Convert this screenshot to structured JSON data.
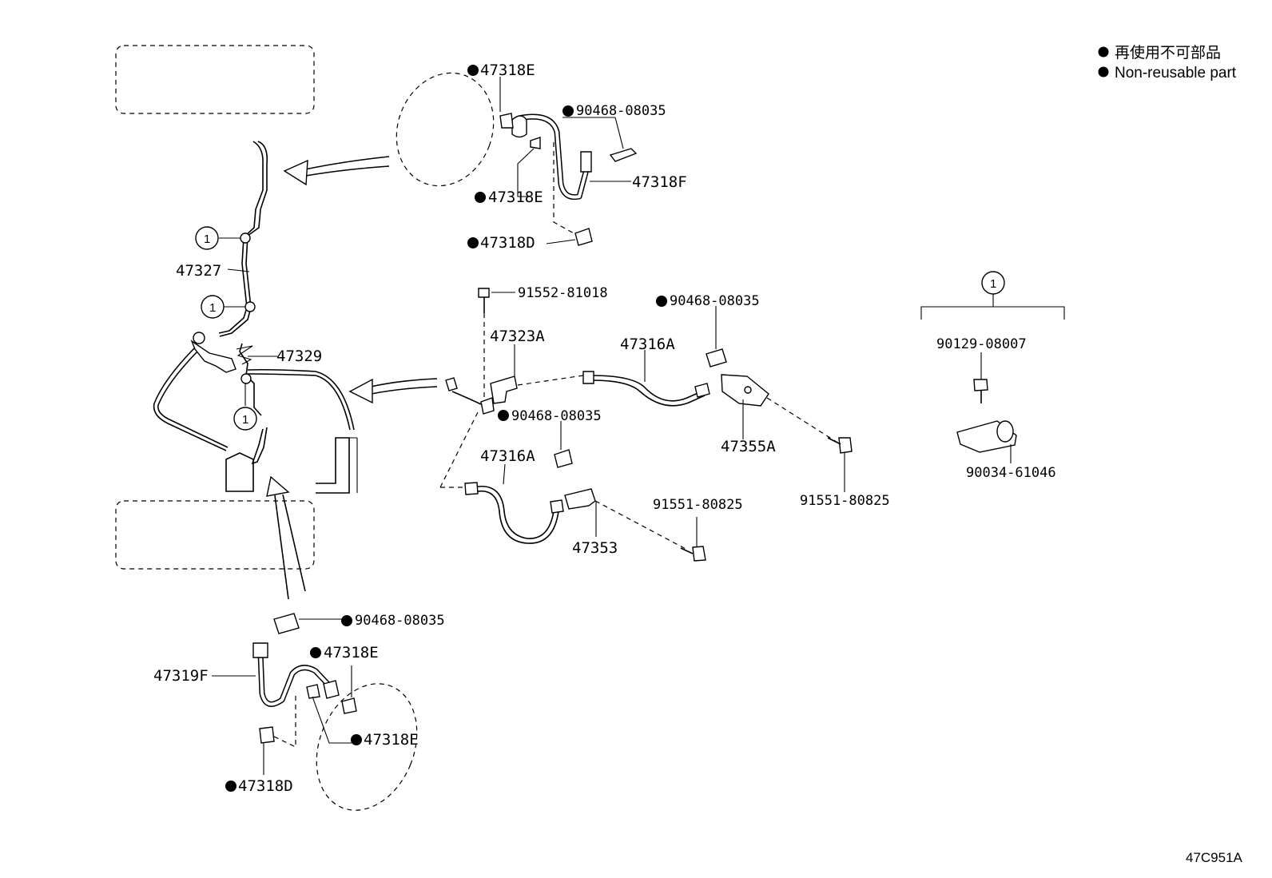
{
  "legend": {
    "japanese": "再使用不可部品",
    "english": "Non-reusable part"
  },
  "diagram_code": "47C951A",
  "group_marker": "1",
  "callouts": {
    "c_47318E_top": "47318E",
    "c_90468_08035_top": "90468-08035",
    "c_47318F": "47318F",
    "c_47318E_mid": "47318E",
    "c_47318D_top": "47318D",
    "c_47327": "47327",
    "c_47329": "47329",
    "c_91552_81018": "91552-81018",
    "c_90468_08035_right": "90468-08035",
    "c_47323A": "47323A",
    "c_47316A_right": "47316A",
    "c_90468_08035_center": "90468-08035",
    "c_47316A_left": "47316A",
    "c_47355A": "47355A",
    "c_91551_80825_right": "91551-80825",
    "c_91551_80825_center": "91551-80825",
    "c_47353": "47353",
    "c_90129_08007": "90129-08007",
    "c_90034_61046": "90034-61046",
    "c_90468_08035_bottom": "90468-08035",
    "c_47318E_bottom1": "47318E",
    "c_47319F": "47319F",
    "c_47318E_bottom2": "47318E",
    "c_47318D_bottom": "47318D"
  }
}
